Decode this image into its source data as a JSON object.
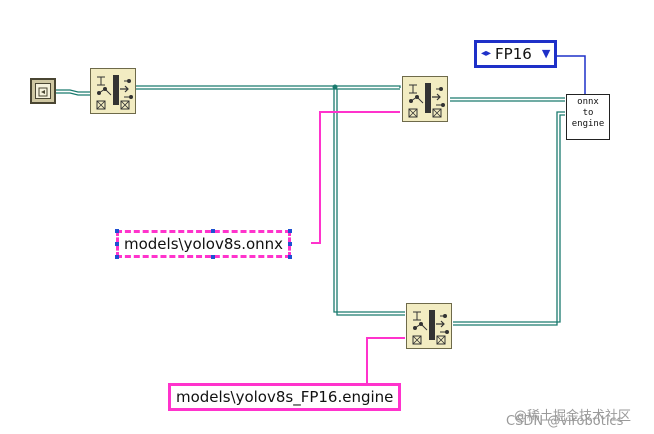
{
  "diagram": {
    "input_path": "models\\yolov8s.onnx",
    "output_path": "models\\yolov8s_FP16.engine",
    "precision": {
      "selected": "FP16",
      "arrows_icon": "increment-decrement-arrows-icon",
      "dropdown_icon": "dropdown-triangle-icon"
    },
    "function_label": [
      "onnx",
      "to",
      "engine"
    ],
    "colors": {
      "path_wire": "#ff33cc",
      "ref_wire": "#1a7a6e",
      "enum_wire": "#1e30c8"
    }
  },
  "watermark": {
    "line1": "@稀土掘金技术社区",
    "line2": "CSDN @virobotics"
  }
}
